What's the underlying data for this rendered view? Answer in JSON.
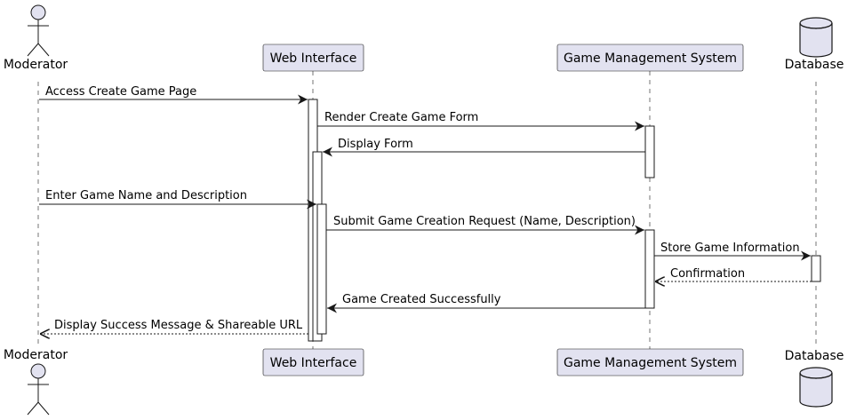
{
  "colors": {
    "participant_fill": "#E2E2F0",
    "participant_stroke": "#181818",
    "line": "#181818",
    "lifeline": "#181818",
    "activation_fill": "#FFFFFF",
    "background": "#FFFFFF"
  },
  "participants": {
    "moderator": {
      "name": "Moderator",
      "shape": "actor"
    },
    "web": {
      "name": "Web Interface",
      "shape": "box"
    },
    "gms": {
      "name": "Game Management System",
      "shape": "box"
    },
    "db": {
      "name": "Database",
      "shape": "database"
    }
  },
  "messages": [
    {
      "id": "m1",
      "from": "moderator",
      "to": "web",
      "text": "Access Create Game Page",
      "style": "solid"
    },
    {
      "id": "m2",
      "from": "web",
      "to": "gms",
      "text": "Render Create Game Form",
      "style": "solid"
    },
    {
      "id": "m3",
      "from": "gms",
      "to": "web",
      "text": "Display Form",
      "style": "solid"
    },
    {
      "id": "m4",
      "from": "moderator",
      "to": "web",
      "text": "Enter Game Name and Description",
      "style": "solid"
    },
    {
      "id": "m5",
      "from": "web",
      "to": "gms",
      "text": "Submit Game Creation Request (Name, Description)",
      "style": "solid"
    },
    {
      "id": "m6",
      "from": "gms",
      "to": "db",
      "text": "Store Game Information",
      "style": "solid"
    },
    {
      "id": "m7",
      "from": "db",
      "to": "gms",
      "text": "Confirmation",
      "style": "dashed"
    },
    {
      "id": "m8",
      "from": "gms",
      "to": "web",
      "text": "Game Created Successfully",
      "style": "solid"
    },
    {
      "id": "m9",
      "from": "web",
      "to": "moderator",
      "text": "Display Success Message & Shareable URL",
      "style": "dashed"
    }
  ]
}
